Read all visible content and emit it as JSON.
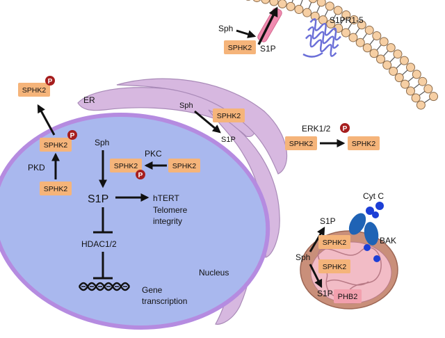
{
  "colors": {
    "nucleus_fill": "#a9b8ee",
    "nucleus_stroke": "#b58be0",
    "er_fill": "#d7b8e0",
    "er_stroke": "#a98ab8",
    "sphk2_fill": "#f5b47a",
    "phospho_fill": "#a61e1e",
    "mito_outer": "#c98f7a",
    "mito_inner": "#f2bcc6",
    "receptor": "#6b6fd8",
    "bak": "#1f63b5",
    "cytc": "#1c3fd6",
    "lipid_head": "#f6cfa4",
    "sphingolipid": "#f08bb0"
  },
  "labels": {
    "sphk2": "SPHK2",
    "phospho": "P",
    "er": "ER",
    "nucleus": "Nucleus",
    "sph": "Sph",
    "s1p": "S1P",
    "pkc": "PKC",
    "pkd": "PKD",
    "erk": "ERK1/2",
    "s1pr": "S1PR1-5",
    "hdac": "HDAC1/2",
    "htert": "hTERT",
    "telomere_1": "Telomere",
    "telomere_2": "integrity",
    "gene_1": "Gene",
    "gene_2": "transcription",
    "cytc": "Cyt C",
    "bak": "BAK",
    "phb2": "PHB2"
  }
}
